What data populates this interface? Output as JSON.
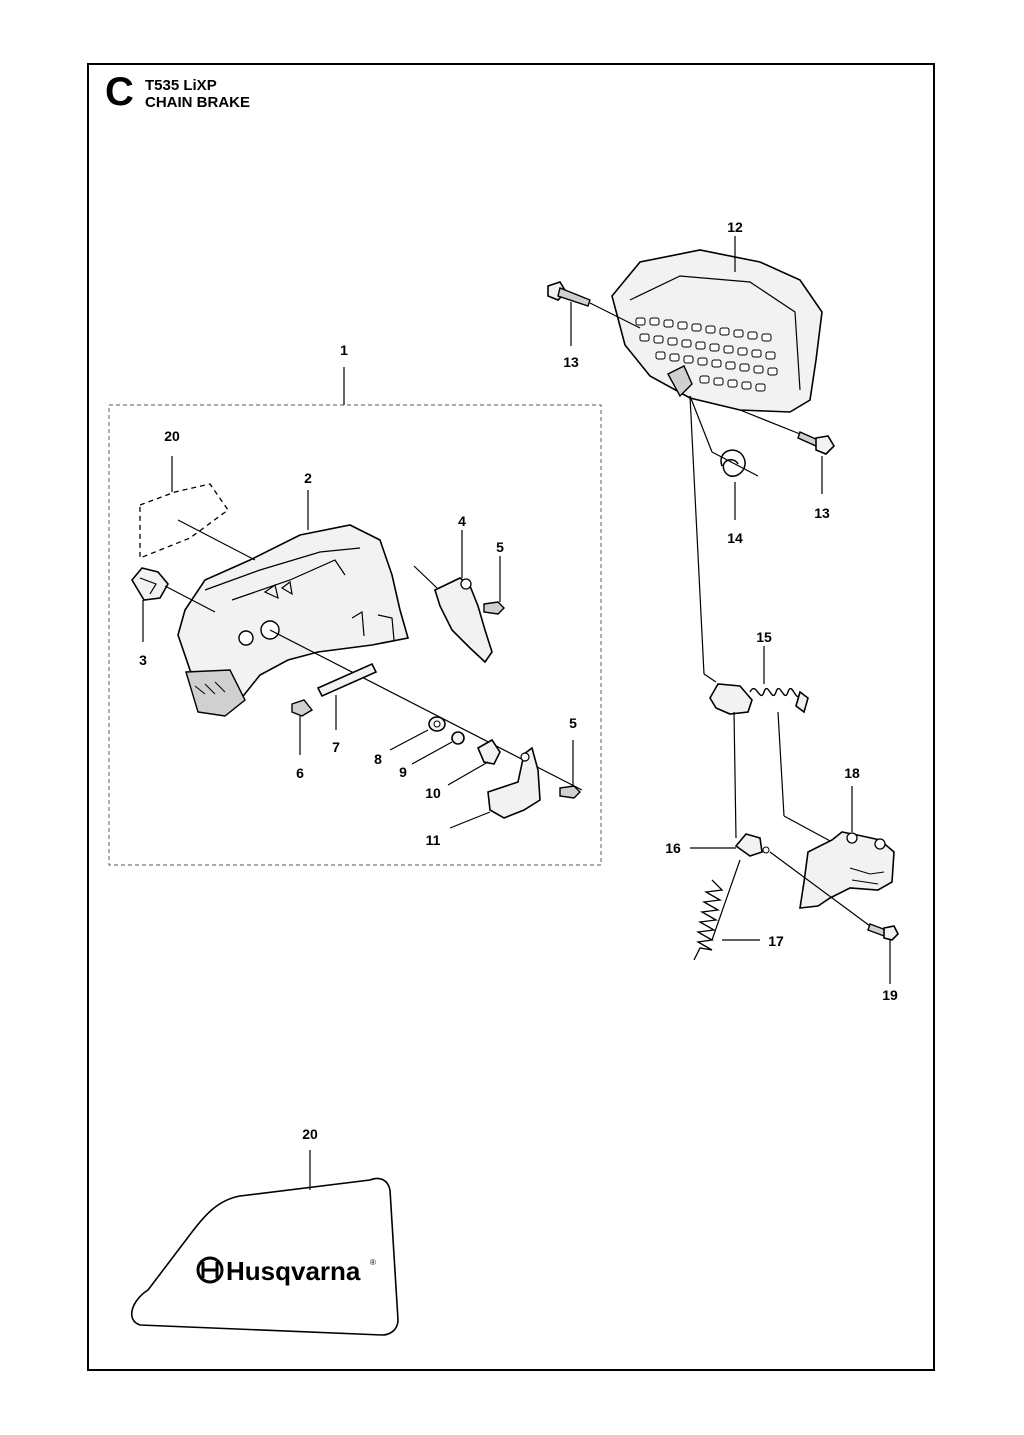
{
  "header": {
    "section_letter": "C",
    "model": "T535 LiXP",
    "section_title": "CHAIN BRAKE"
  },
  "callouts": [
    {
      "id": "c1",
      "label": "1"
    },
    {
      "id": "c2",
      "label": "2"
    },
    {
      "id": "c3",
      "label": "3"
    },
    {
      "id": "c4",
      "label": "4"
    },
    {
      "id": "c5a",
      "label": "5"
    },
    {
      "id": "c5b",
      "label": "5"
    },
    {
      "id": "c6",
      "label": "6"
    },
    {
      "id": "c7",
      "label": "7"
    },
    {
      "id": "c8",
      "label": "8"
    },
    {
      "id": "c9",
      "label": "9"
    },
    {
      "id": "c10",
      "label": "10"
    },
    {
      "id": "c11",
      "label": "11"
    },
    {
      "id": "c12",
      "label": "12"
    },
    {
      "id": "c13a",
      "label": "13"
    },
    {
      "id": "c13b",
      "label": "13"
    },
    {
      "id": "c14",
      "label": "14"
    },
    {
      "id": "c15",
      "label": "15"
    },
    {
      "id": "c16",
      "label": "16"
    },
    {
      "id": "c17",
      "label": "17"
    },
    {
      "id": "c18",
      "label": "18"
    },
    {
      "id": "c19",
      "label": "19"
    },
    {
      "id": "c20a",
      "label": "20"
    },
    {
      "id": "c20b",
      "label": "20"
    }
  ],
  "decal": {
    "brand": "Husqvarna",
    "registered_mark": "®"
  }
}
